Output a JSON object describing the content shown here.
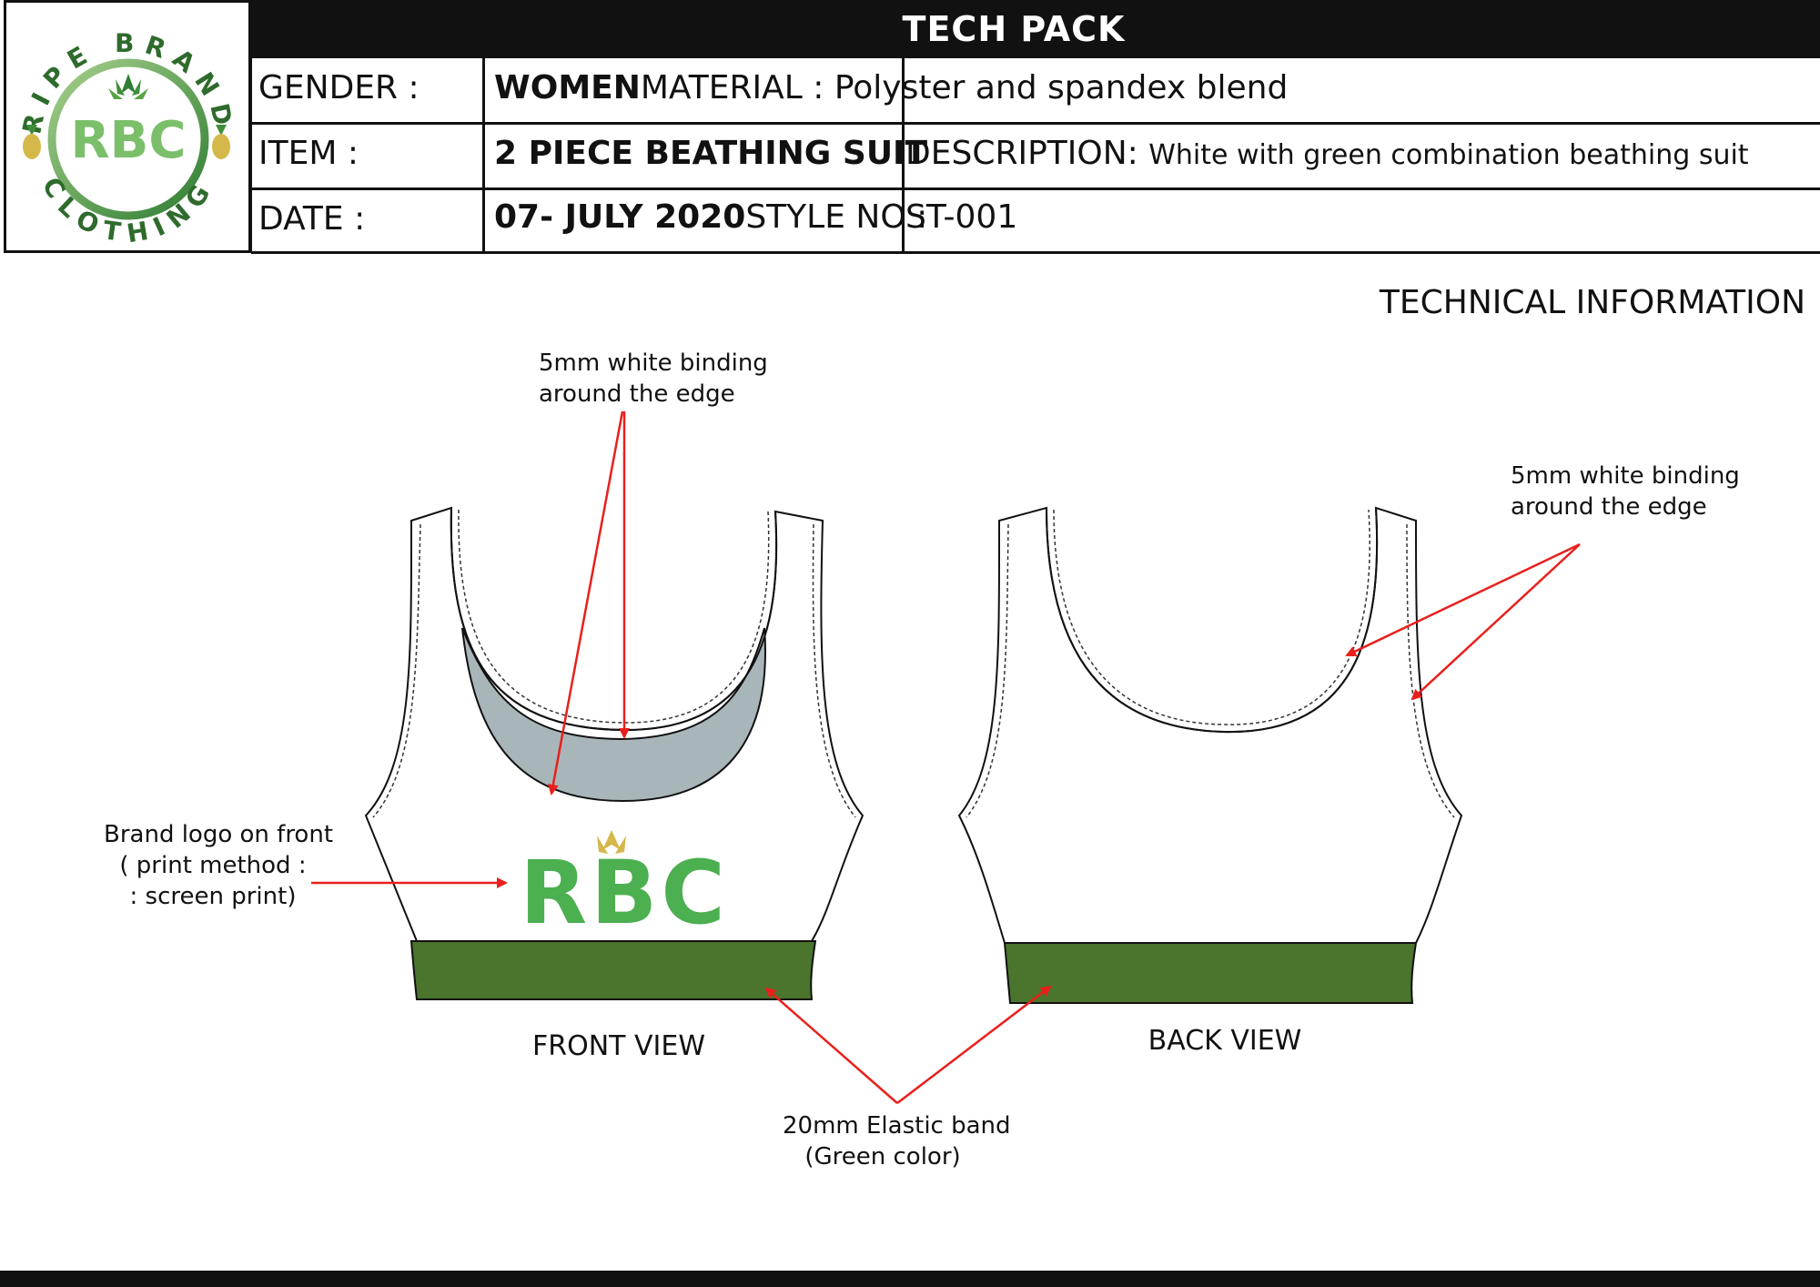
{
  "header": {
    "title": "TECH PACK",
    "logo": {
      "ring_text_top": "RIPE BRAND",
      "ring_text_bottom": "CLOTHING",
      "monogram": "RBC"
    },
    "rows": [
      {
        "label": "GENDER :",
        "value": "WOMEN",
        "label2": "MATERIAL :",
        "value2": "Polyster and spandex blend"
      },
      {
        "label": "ITEM :",
        "value": "2 PIECE BEATHING SUIT",
        "label2": "DESCRIPTION:",
        "value2": "White with green combination beathing suit"
      },
      {
        "label": "DATE :",
        "value": "07- JULY 2020",
        "label2": "STYLE NO :",
        "value2": "ST-001"
      }
    ]
  },
  "section_title": "TECHNICAL INFORMATION",
  "annotations": {
    "front_binding": [
      "5mm white binding",
      "around the edge"
    ],
    "back_binding": [
      "5mm white binding",
      "around the edge"
    ],
    "logo_note": [
      "Brand logo on front",
      "( print method :",
      ": screen print)"
    ],
    "elastic_note": [
      "20mm Elastic band",
      "(Green color)"
    ],
    "front_print_text": "RBC"
  },
  "views": {
    "front": "FRONT VIEW",
    "back": "BACK VIEW"
  },
  "colors": {
    "band_green": "#4b742c",
    "lining_grey": "#a9b6b9",
    "arrow_red": "#e8201c",
    "logo_green": "#2e7d32",
    "pineapple_gold": "#d4b84a"
  }
}
